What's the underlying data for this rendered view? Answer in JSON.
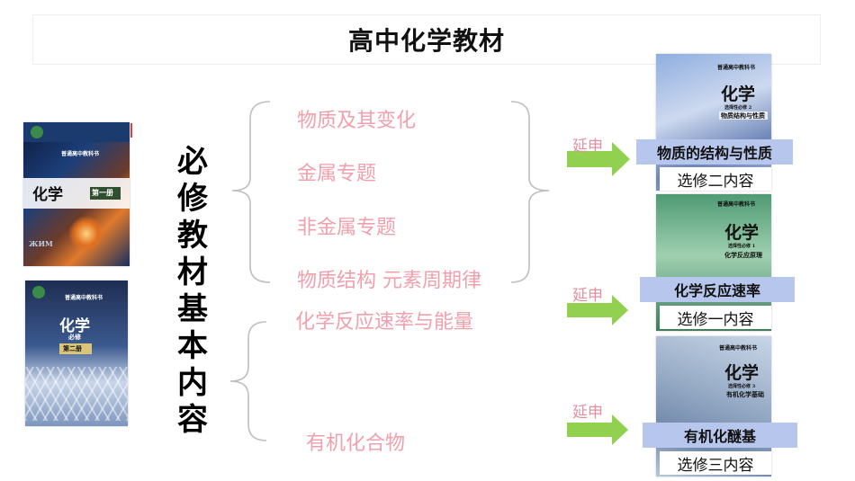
{
  "header": {
    "title": "高中化学教材"
  },
  "center_label": [
    "必",
    "修",
    "教",
    "材",
    "基",
    "本",
    "内",
    "容"
  ],
  "group1_topics": [
    "物质及其变化",
    "金属专题",
    "非金属专题",
    "物质结构 元素周期律"
  ],
  "group2_topics": [
    "化学反应速率与能量",
    "有机化合物"
  ],
  "left_books": [
    {
      "title": "化学",
      "volume": "第一册",
      "cover_code": "ЖИМ"
    },
    {
      "title": "化学",
      "volume": "第二册",
      "subtitle": "必修"
    }
  ],
  "extensions": [
    {
      "arrow_label": "延申",
      "book_title": "化学",
      "book_subtitle": "物质结构与性质",
      "blue_caption": "物质的结构与性质",
      "white_caption": "选修二内容"
    },
    {
      "arrow_label": "延申",
      "book_title": "化学",
      "book_subtitle": "化学反应原理",
      "blue_caption": "化学反应速率",
      "white_caption": "选修一内容"
    },
    {
      "arrow_label": "延申",
      "book_title": "化学",
      "book_subtitle": "有机化学基础",
      "blue_caption": "有机化醚基",
      "white_caption": "选修三内容"
    }
  ],
  "colors": {
    "topic_pink": "#f0a0ac",
    "arrow_green": "#92d050",
    "caption_blue": "#b7c6ec"
  }
}
